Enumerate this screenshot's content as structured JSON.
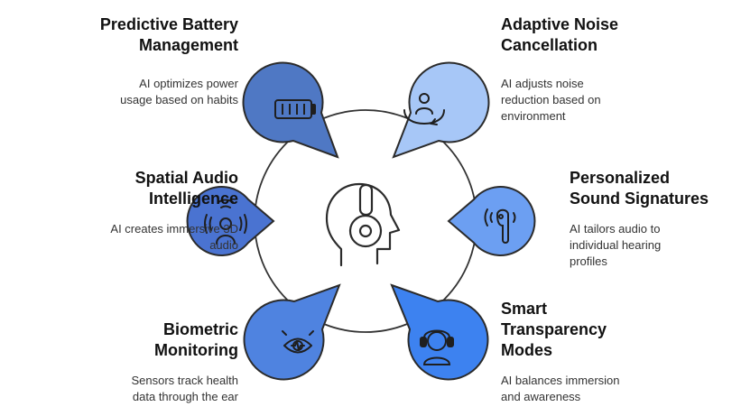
{
  "colors": {
    "battery": "#4f78c4",
    "noise": "#a7c7f7",
    "spatial": "#4a73d1",
    "personal": "#6c9ff2",
    "biometric": "#4f83e0",
    "transparency": "#3d82f0",
    "outline": "#2b2b2b",
    "ring": "#333333"
  },
  "center": {
    "icon": "headphones-head-icon"
  },
  "features": {
    "battery": {
      "title_line1": "Predictive Battery",
      "title_line2": "Management",
      "desc_line1": "AI optimizes power",
      "desc_line2": "usage based on habits",
      "icon": "battery-icon"
    },
    "noise": {
      "title_line1": "Adaptive Noise",
      "title_line2": "Cancellation",
      "desc_line1": "AI adjusts noise",
      "desc_line2": "reduction based on",
      "desc_line3": "environment",
      "icon": "rotate-person-icon"
    },
    "spatial": {
      "title_line1": "Spatial Audio",
      "title_line2": "Intelligence",
      "desc_line1": "AI creates immersive 3D",
      "desc_line2": "audio",
      "icon": "surround-sound-person-icon"
    },
    "personal": {
      "title_line1": "Personalized",
      "title_line2": "Sound Signatures",
      "desc_line1": "AI tailors audio to",
      "desc_line2": "individual hearing",
      "desc_line3": "profiles",
      "icon": "earbud-icon"
    },
    "biometric": {
      "title_line1": "Biometric",
      "title_line2": "Monitoring",
      "desc_line1": "Sensors track health",
      "desc_line2": "data through the ear",
      "icon": "eye-pulse-icon"
    },
    "transparency": {
      "title_line1": "Smart",
      "title_line2": "Transparency",
      "title_line3": "Modes",
      "desc_line1": "AI balances immersion",
      "desc_line2": "and awareness",
      "icon": "headset-person-icon"
    }
  }
}
